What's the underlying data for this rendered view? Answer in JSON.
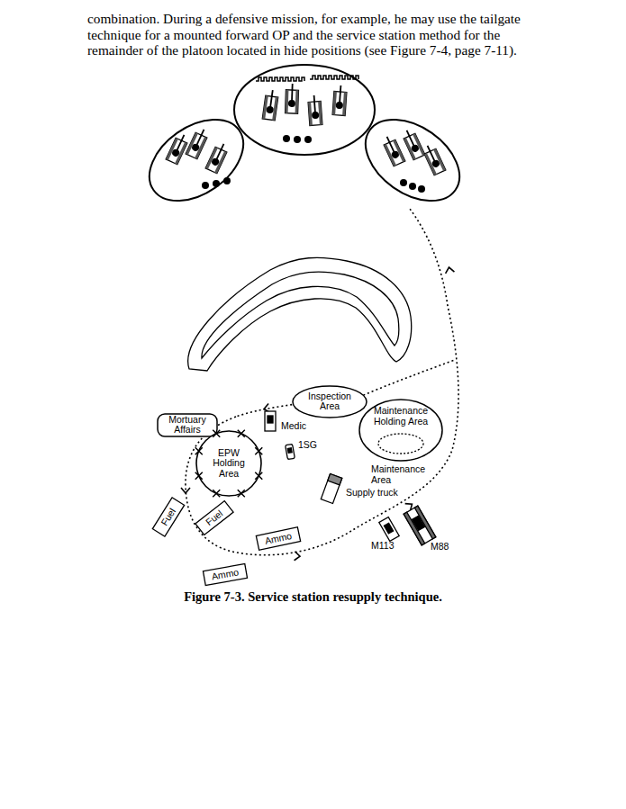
{
  "diagram": {
    "caption": "Figure 7-3. Service station resupply technique.",
    "nodes": [
      {
        "text": [
          "Maintenance Holding Area"
        ]
      },
      {
        "text": [
          "Inspection Area"
        ]
      },
      {
        "text": [
          "Mortuary Affairs"
        ]
      },
      {
        "text": [
          "EPW Holding Area"
        ]
      },
      {
        "text": [
          "Fuel"
        ]
      },
      {
        "text": [
          "Fuel"
        ]
      },
      {
        "text": [
          "Ammo"
        ]
      },
      {
        "text": [
          "Ammo"
        ]
      }
    ],
    "labels": [
      "combination. During a defensive mission, for example, he may use the tailgate technique for a mounted forward OP and the service station method for the remainder of the platoon located in hide positions (see Figure 7-4, page 7-11).",
      "Medic",
      "1SG",
      "Supply truck",
      "Maintenance Area",
      "M113",
      "M88"
    ]
  }
}
